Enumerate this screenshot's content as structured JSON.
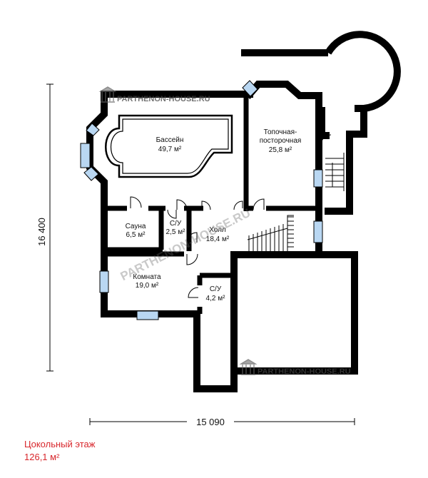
{
  "plan": {
    "rooms": {
      "pool": {
        "name": "Бассейн",
        "area": "49,7 м²"
      },
      "boiler": {
        "name_line1": "Топочная-",
        "name_line2": "посторочная",
        "area": "25,8 м²"
      },
      "sauna": {
        "name": "Сауна",
        "area": "6,5 м²"
      },
      "wc1": {
        "name": "С/У",
        "area": "2,5 м²"
      },
      "hall": {
        "name": "Холл",
        "area": "18,4 м²"
      },
      "room": {
        "name": "Комната",
        "area": "19,0 м²"
      },
      "wc2": {
        "name": "С/У",
        "area": "4,2 м²"
      }
    },
    "dimensions": {
      "height": "16 400",
      "width": "15 090"
    },
    "watermark": "PARTHENON-HOUSE.RU",
    "colors": {
      "wall": "#000000",
      "window": "#b9d7f2",
      "caption": "#d8262b"
    }
  },
  "caption": {
    "title": "Цокольный этаж",
    "area": "126,1 м²"
  }
}
